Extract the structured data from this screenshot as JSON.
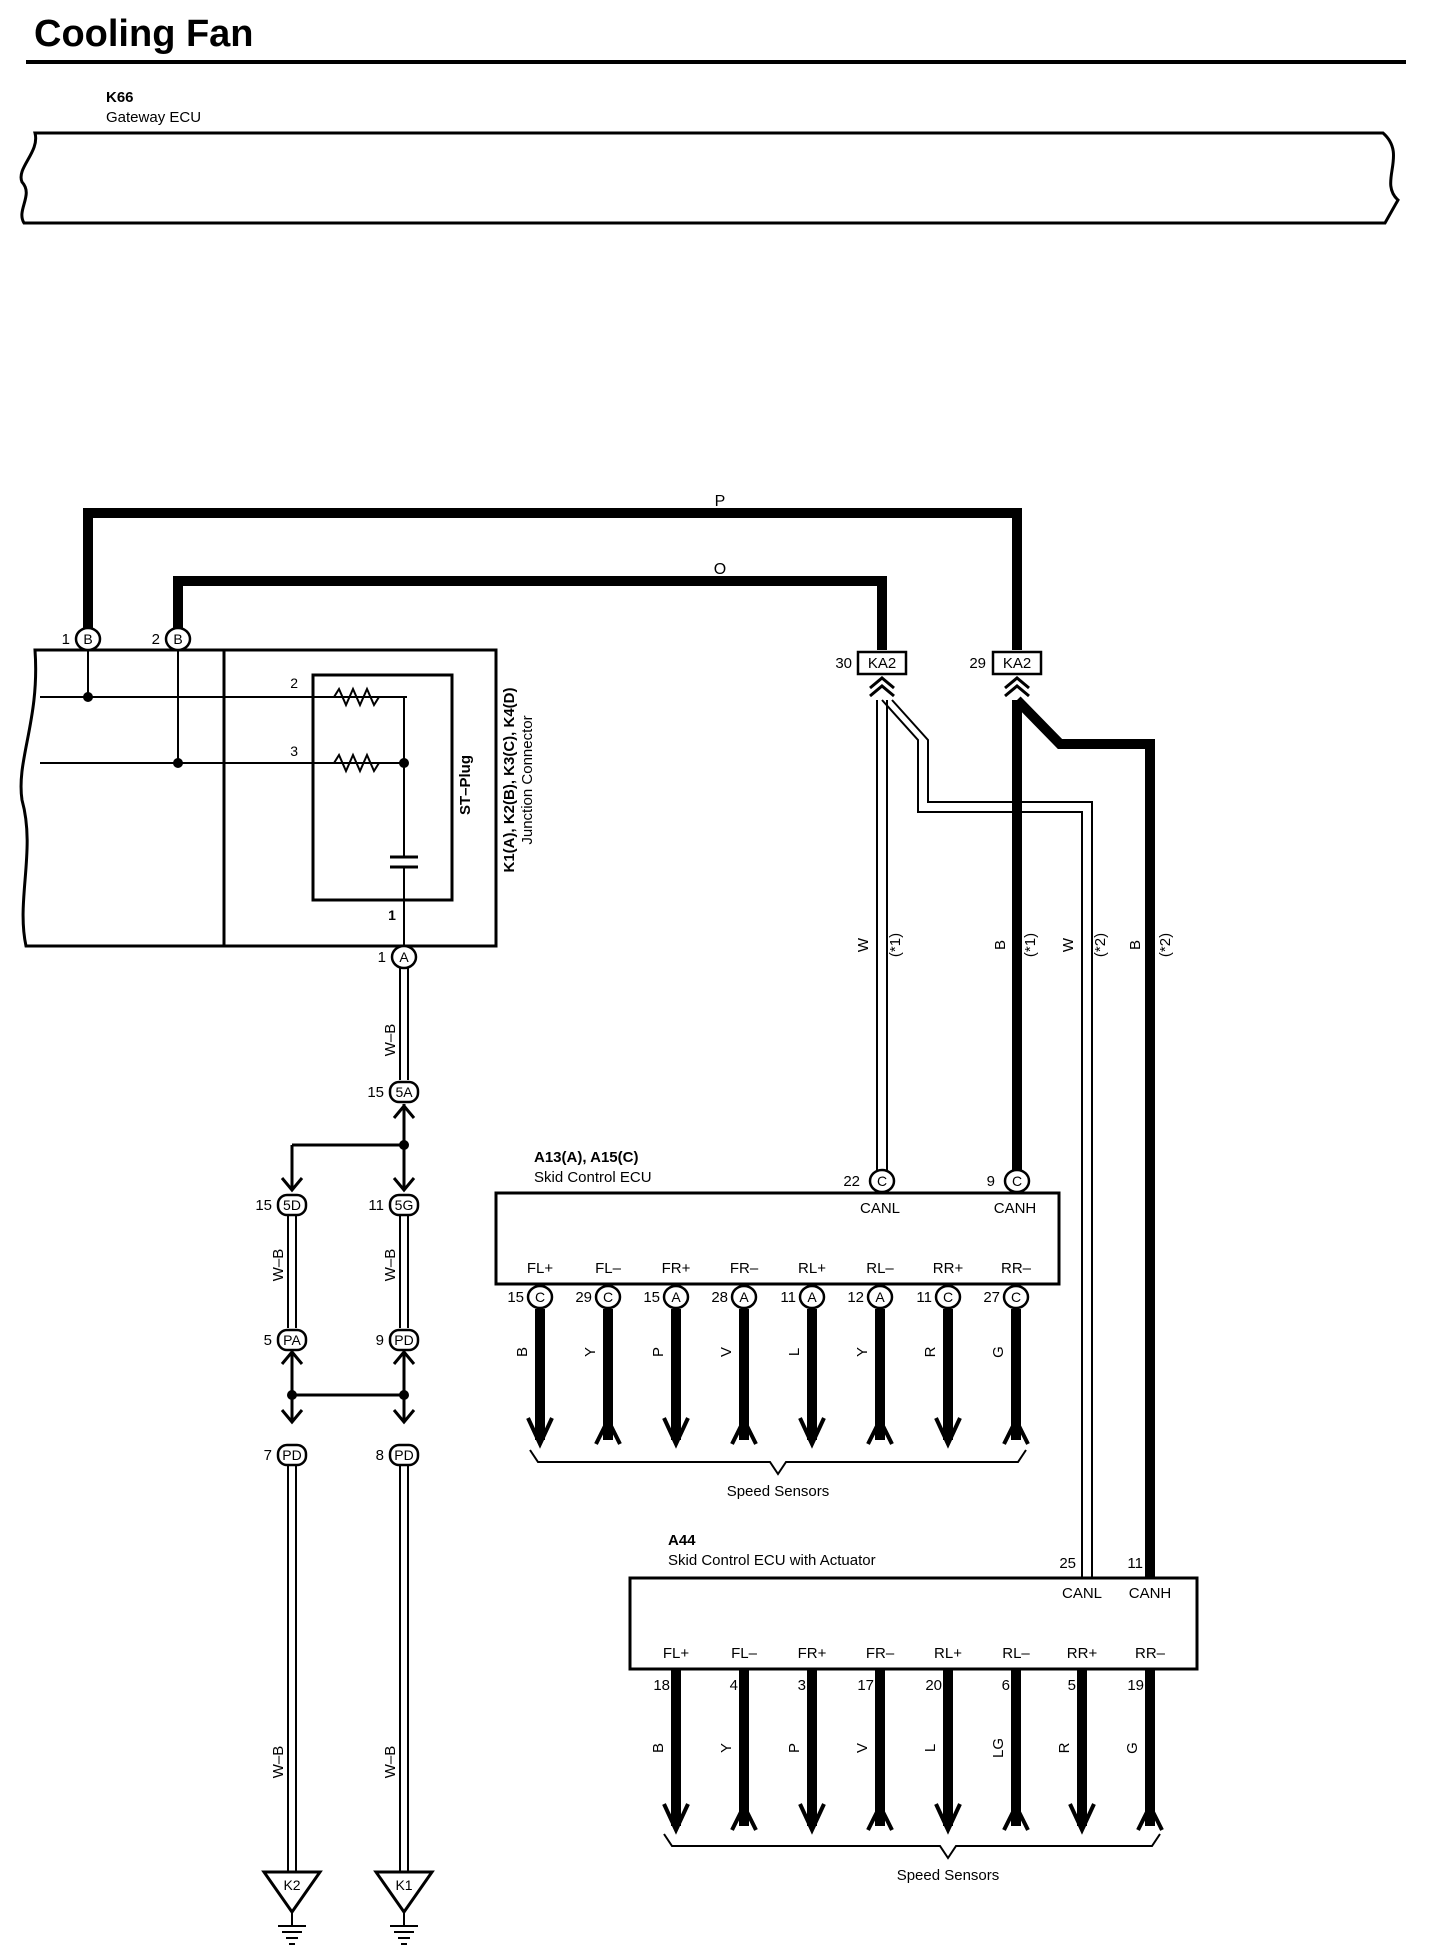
{
  "header": {
    "title": "Cooling Fan"
  },
  "gateway": {
    "code": "K66",
    "name": "Gateway ECU"
  },
  "junction": {
    "labels": [
      "K1(A), K2(B), K3(C), K4(D)",
      "Junction Connector"
    ],
    "plug_label": "ST–Plug",
    "pins": [
      "1",
      "2"
    ],
    "connector": "B",
    "plug_pins": [
      "2",
      "3",
      "1"
    ],
    "out_pin": "1",
    "out_connector": "A"
  },
  "wires": {
    "p": "P",
    "o": "O",
    "wb": "W–B",
    "w": "W",
    "b": "B",
    "note1": "(*1)",
    "note2": "(*2)"
  },
  "ka2": {
    "name": "KA2",
    "pins": [
      "30",
      "29"
    ]
  },
  "splices": {
    "s5a": {
      "pin": "15",
      "name": "5A"
    },
    "s5d": {
      "pin": "15",
      "name": "5D"
    },
    "s5g": {
      "pin": "11",
      "name": "5G"
    },
    "spa": {
      "pin": "5",
      "name": "PA"
    },
    "spd9": {
      "pin": "9",
      "name": "PD"
    },
    "spd7": {
      "pin": "7",
      "name": "PD"
    },
    "spd8": {
      "pin": "8",
      "name": "PD"
    }
  },
  "grounds": [
    "K2",
    "K1"
  ],
  "ecu_a13": {
    "code": "A13(A), A15(C)",
    "name": "Skid Control ECU",
    "canl": "CANL",
    "canh": "CANH",
    "can_pins": [
      {
        "pin": "22",
        "conn": "C"
      },
      {
        "pin": "9",
        "conn": "C"
      }
    ],
    "terminals": [
      "FL+",
      "FL–",
      "FR+",
      "FR–",
      "RL+",
      "RL–",
      "RR+",
      "RR–"
    ],
    "pins": [
      "15",
      "29",
      "15",
      "28",
      "11",
      "12",
      "11",
      "27"
    ],
    "conns": [
      "C",
      "C",
      "A",
      "A",
      "A",
      "A",
      "C",
      "C"
    ],
    "colors": [
      "B",
      "Y",
      "P",
      "V",
      "L",
      "Y",
      "R",
      "G"
    ],
    "group_label": "Speed Sensors"
  },
  "ecu_a44": {
    "code": "A44",
    "name": "Skid Control ECU with Actuator",
    "canl": "CANL",
    "canh": "CANH",
    "can_pins": [
      "25",
      "11"
    ],
    "terminals": [
      "FL+",
      "FL–",
      "FR+",
      "FR–",
      "RL+",
      "RL–",
      "RR+",
      "RR–"
    ],
    "pins": [
      "18",
      "4",
      "3",
      "17",
      "20",
      "6",
      "5",
      "19"
    ],
    "colors": [
      "B",
      "Y",
      "P",
      "V",
      "L",
      "LG",
      "R",
      "G"
    ],
    "group_label": "Speed Sensors"
  }
}
